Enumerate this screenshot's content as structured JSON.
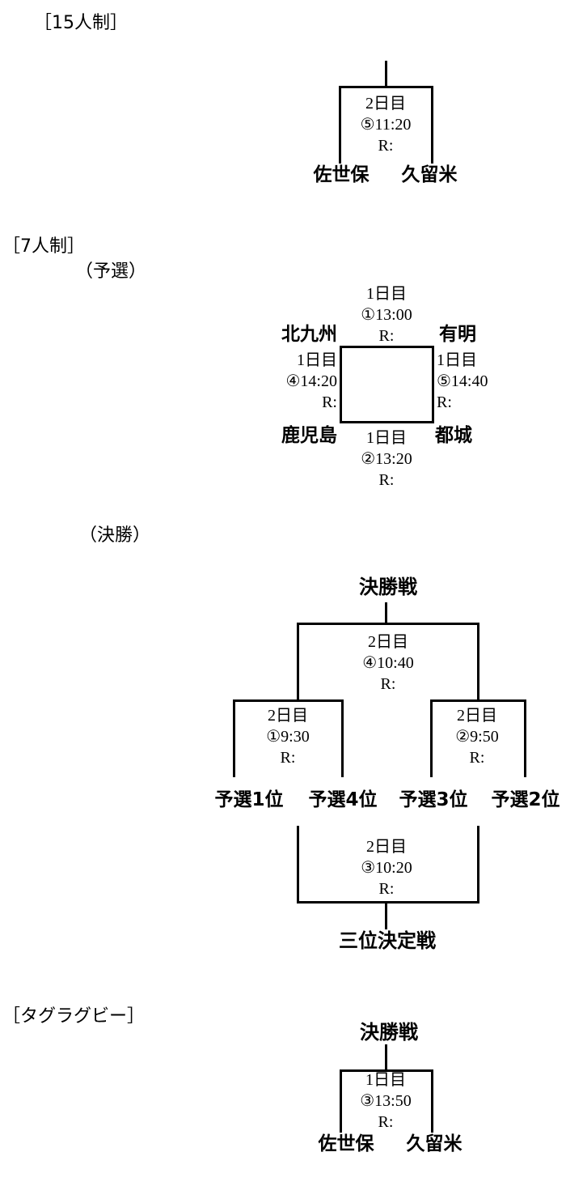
{
  "page": {
    "background": "#ffffff",
    "line_color": "#000000",
    "text_color": "#000000"
  },
  "sections": {
    "s15": {
      "label": "［15人制］",
      "match": {
        "day": "2日目",
        "slot": "⑤11:20",
        "result": "R:"
      },
      "teams": {
        "left": "佐世保",
        "right": "久留米"
      }
    },
    "s7": {
      "label": "［7人制］",
      "sub_label": "（予選）",
      "matches": {
        "top": {
          "day": "1日目",
          "slot": "①13:00",
          "result": "R:"
        },
        "left": {
          "day": "1日目",
          "slot": "④14:20",
          "result": "R:"
        },
        "right": {
          "day": "1日目",
          "slot": "⑤14:40",
          "result": "R:"
        },
        "bottom": {
          "day": "1日目",
          "slot": "②13:20",
          "result": "R:"
        }
      },
      "teams": {
        "top_left": "北九州",
        "top_right": "有明",
        "bottom_left": "鹿児島",
        "bottom_right": "都城"
      }
    },
    "finals": {
      "label": "（決勝）",
      "final_title": "決勝戦",
      "third_place_title": "三位決定戦",
      "final_match": {
        "day": "2日目",
        "slot": "④10:40",
        "result": "R:"
      },
      "semi_left": {
        "day": "2日目",
        "slot": "①9:30",
        "result": "R:"
      },
      "semi_right": {
        "day": "2日目",
        "slot": "②9:50",
        "result": "R:"
      },
      "third_place_match": {
        "day": "2日目",
        "slot": "③10:20",
        "result": "R:"
      },
      "seeds": [
        "予選1位",
        "予選4位",
        "予選3位",
        "予選2位"
      ]
    },
    "tag": {
      "label": "［タグラグビー］",
      "final_title": "決勝戦",
      "match": {
        "day": "1日目",
        "slot": "③13:50",
        "result": "R:"
      },
      "teams": {
        "left": "佐世保",
        "right": "久留米"
      }
    }
  }
}
